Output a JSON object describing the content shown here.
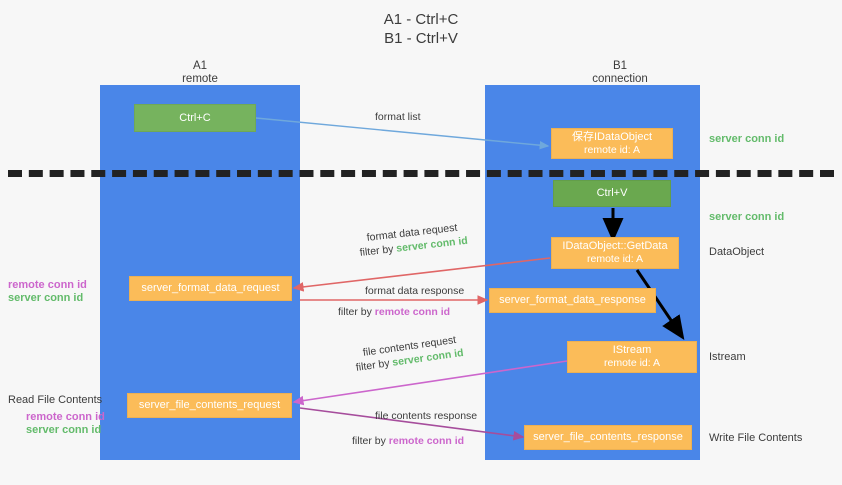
{
  "title": {
    "line1": "A1 - Ctrl+C",
    "line2": "B1 - Ctrl+V"
  },
  "colors": {
    "lane": "#4a86e8",
    "box_orange": "#fbbc59",
    "box_green": "#76b35e",
    "server_conn_id": "#63bb6b",
    "remote_conn_id": "#cc66cc",
    "arrow_blue": "#6fa8dc",
    "arrow_red": "#e06666",
    "arrow_magenta": "#c27ba0",
    "arrow_purple": "#a64d9c",
    "arrow_black": "#000000",
    "background": "#f7f7f7",
    "text": "#3c3c3c"
  },
  "columns": [
    {
      "name": "A1",
      "subtitle": "remote"
    },
    {
      "name": "B1",
      "subtitle": "connection"
    }
  ],
  "nodes": {
    "ctrl_c": {
      "line1": "Ctrl+C",
      "line2": ""
    },
    "ctrl_v": {
      "line1": "Ctrl+V",
      "line2": ""
    },
    "save_idataobject": {
      "line1": "保存IDataObject",
      "line2": "remote id: A"
    },
    "getdata": {
      "line1": "IDataObject::GetData",
      "line2": "remote id: A"
    },
    "istream": {
      "line1": "IStream",
      "line2": "remote id: A"
    },
    "fmt_req": {
      "line1": "server_format_data_request",
      "line2": ""
    },
    "fmt_resp": {
      "line1": "server_format_data_response",
      "line2": ""
    },
    "file_req": {
      "line1": "server_file_contents_request",
      "line2": ""
    },
    "file_resp": {
      "line1": "server_file_contents_response",
      "line2": ""
    }
  },
  "right_labels": {
    "server_conn_id_top": "server conn id",
    "server_conn_id_mid": "server conn id",
    "dataobject": "DataObject",
    "istream": "Istream",
    "write_file_contents": "Write File Contents"
  },
  "left_labels": {
    "remote_conn_id_1": "remote conn id",
    "server_conn_id_1": "server conn id",
    "read_file_contents": "Read File Contents",
    "remote_conn_id_2": "remote conn id",
    "server_conn_id_2": "server conn id"
  },
  "captions": {
    "format_list": "format list",
    "format_data_request": "format data request",
    "filter_by": "filter by",
    "filter_server_conn_id_1": "server conn id",
    "format_data_response": "format data response",
    "filter_remote_conn_id_1": "remote conn id",
    "file_contents_request": "file contents request",
    "filter_server_conn_id_2": "server conn id",
    "file_contents_response": "file contents response",
    "filter_remote_conn_id_2": "remote conn id"
  }
}
